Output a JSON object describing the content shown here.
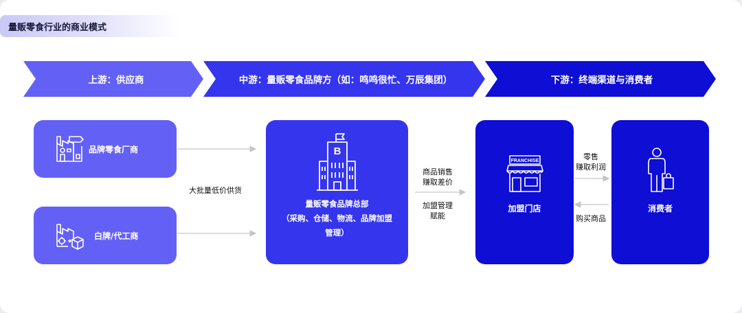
{
  "title": "量贩零食行业的商业模式",
  "stages": [
    {
      "label": "上游：供应商"
    },
    {
      "label": "中游：量贩零食品牌方（如：鸣鸣很忙、万辰集团）"
    },
    {
      "label": "下游：终端渠道与消费者"
    }
  ],
  "suppliers": [
    {
      "label": "品牌零食厂商",
      "icon": "factory-brand-icon"
    },
    {
      "label": "白牌/代工商",
      "icon": "factory-oem-icon"
    }
  ],
  "hq": {
    "lines": [
      "量贩零食品牌总部",
      "（采购、仓储、物流、品牌加盟",
      "管理）"
    ],
    "icon": "building-b-icon",
    "icon_letter": "B"
  },
  "franchise": {
    "label": "加盟门店",
    "icon": "storefront-icon",
    "sign": "FRANCHISE"
  },
  "consumer": {
    "label": "消费者",
    "icon": "person-shopping-icon"
  },
  "notes": {
    "bulk": "大批量低价供货",
    "sales": [
      "商品销售",
      "赚取差价"
    ],
    "manage": [
      "加盟管理",
      "赋能"
    ],
    "retail": [
      "零售",
      "赚取利润"
    ],
    "buy": "购买商品"
  },
  "colors": {
    "upstream": "#6360f6",
    "midstream": "#3535ee",
    "downstream": "#0e0ed4",
    "arrow": "#c4c4cc"
  }
}
